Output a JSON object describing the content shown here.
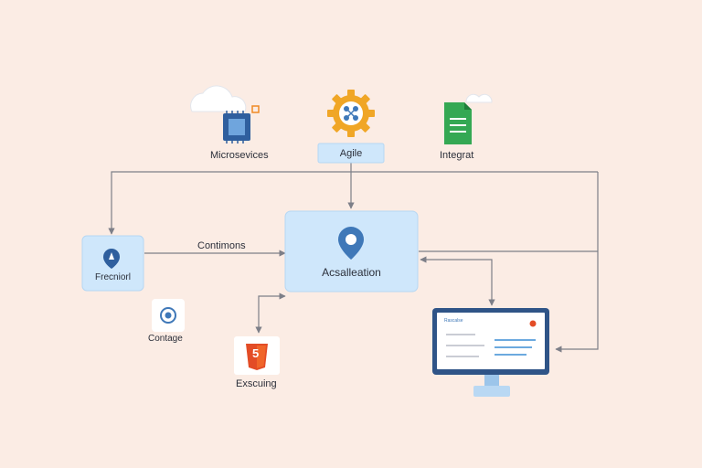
{
  "nodes": {
    "microservices": {
      "label": "Microsevices"
    },
    "agile": {
      "label": "Agile"
    },
    "integration": {
      "label": "Integrat"
    },
    "frontend": {
      "label": "Frecniorl"
    },
    "center": {
      "label": "Acsalleation"
    },
    "configure": {
      "label": "Contage"
    },
    "executing": {
      "label": "Exscuing"
    },
    "html5": {
      "label": "5"
    }
  },
  "edges": {
    "continuous": {
      "label": "Contimons"
    }
  },
  "monitor": {
    "title": "Rascalse"
  },
  "colors": {
    "background": "#fbece4",
    "box_fill": "#cfe7fb",
    "line": "#7d7f88",
    "accent_blue": "#3f78b8",
    "gear_orange": "#f0a626",
    "html5_red": "#e34c26",
    "sheet_green": "#34a853"
  }
}
